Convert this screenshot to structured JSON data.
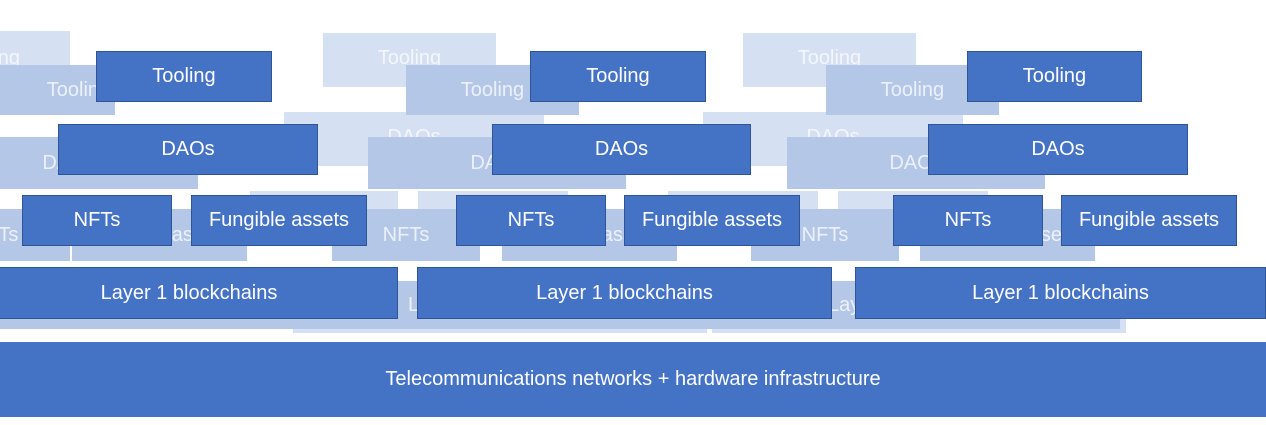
{
  "labels": {
    "tooling": "Tooling",
    "daos": "DAOs",
    "nfts": "NFTs",
    "fungible_assets": "Fungible assets",
    "layer1": "Layer 1 blockchains",
    "infrastructure": "Telecommunications networks + hardware infrastructure"
  },
  "colors": {
    "primary": "#4472c4",
    "ghost_near": "#b4c7e7",
    "ghost_far": "#d6e0f3"
  }
}
